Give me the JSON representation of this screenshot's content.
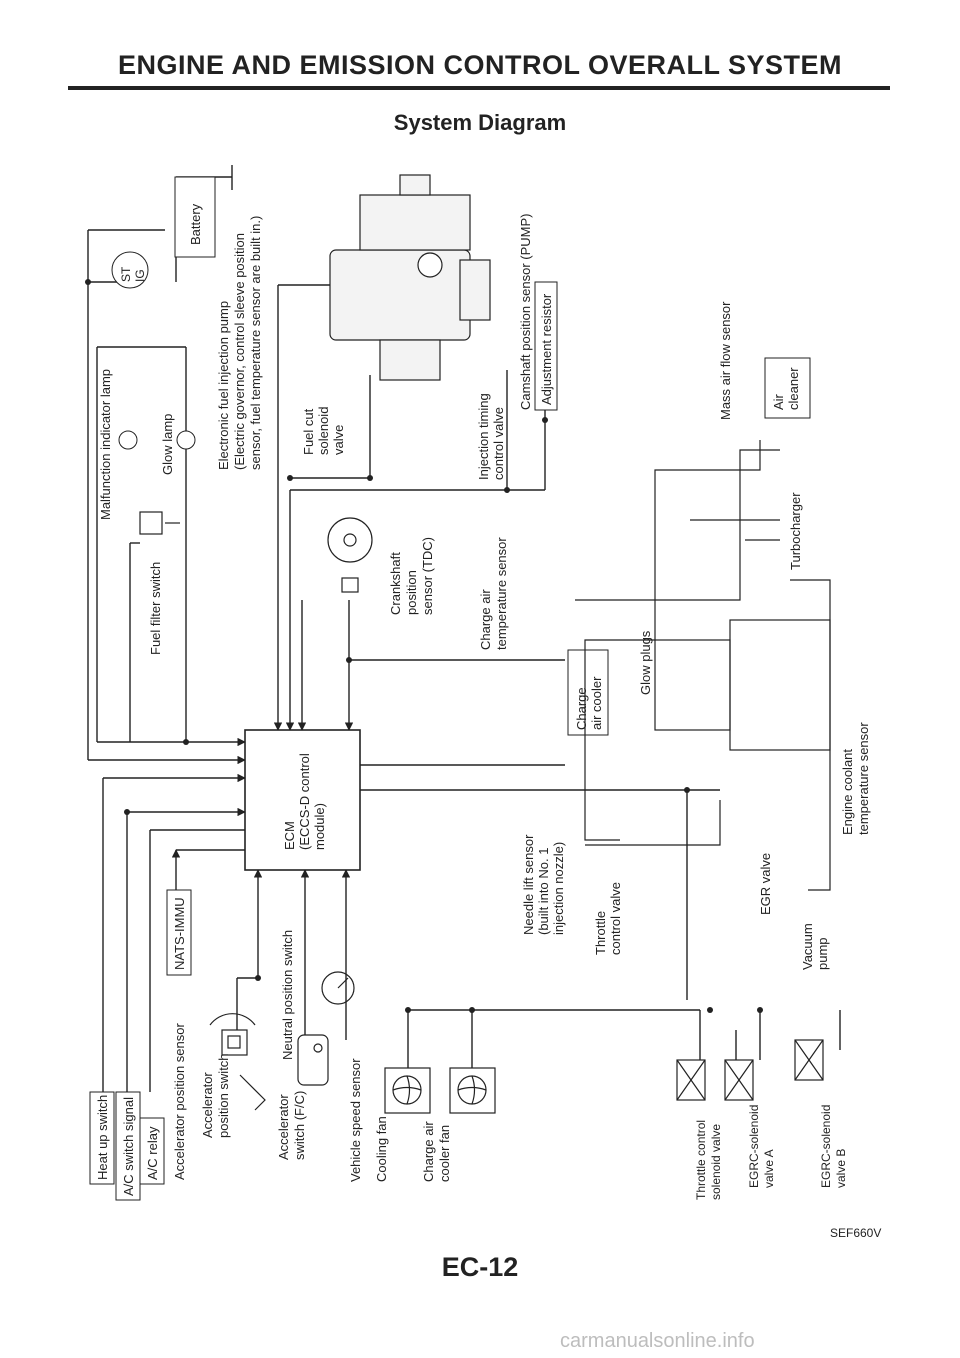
{
  "header": {
    "title": "ENGINE AND EMISSION CONTROL OVERALL SYSTEM",
    "subtitle": "System Diagram"
  },
  "labels": {
    "heat_up_switch": "Heat up switch",
    "ac_switch_signal": "A/C switch signal",
    "ac_relay": "A/C relay",
    "accel_pos_sensor": "Accelerator position sensor",
    "accel_pos_switch_1": "Accelerator",
    "accel_pos_switch_2": "position switch",
    "accel_switch_1": "Accelerator",
    "accel_switch_2": "switch (F/C)",
    "neutral_pos_switch": "Neutral position switch",
    "nats": "NATS-IMMU",
    "vehicle_speed_sensor": "Vehicle speed sensor",
    "cooling_fan": "Cooling fan",
    "charge_air_cooler_fan_1": "Charge air",
    "charge_air_cooler_fan_2": "cooler fan",
    "ecm_1": "ECM",
    "ecm_2": "(ECCS-D control",
    "ecm_3": "module)",
    "fuel_filter_switch": "Fuel filter switch",
    "malfunction_lamp": "Malfunction indicator lamp",
    "glow_lamp": "Glow lamp",
    "battery": "Battery",
    "ignition_st": "ST",
    "ignition_ig": "IG",
    "pump_1": "Electronic fuel injection pump",
    "pump_2": "(Electric governor, control sleeve position",
    "pump_3": "sensor, fuel temperature sensor are built in.)",
    "fuel_cut_1": "Fuel cut",
    "fuel_cut_2": "solenoid",
    "fuel_cut_3": "valve",
    "injection_timing_1": "Injection timing",
    "injection_timing_2": "control valve",
    "camshaft_sensor": "Camshaft position sensor (PUMP)",
    "adjustment_resistor": "Adjustment resistor",
    "crankshaft_1": "Crankshaft",
    "crankshaft_2": "position",
    "crankshaft_3": "sensor (TDC)",
    "charge_air_temp_1": "Charge air",
    "charge_air_temp_2": "temperature sensor",
    "charge_air_cooler_1": "Charge",
    "charge_air_cooler_2": "air cooler",
    "glow_plugs": "Glow plugs",
    "mass_air_flow": "Mass air flow sensor",
    "air_cleaner_1": "Air",
    "air_cleaner_2": "cleaner",
    "turbocharger": "Turbocharger",
    "needle_lift_1": "Needle lift sensor",
    "needle_lift_2": "(built into No. 1",
    "needle_lift_3": "injection nozzle)",
    "throttle_valve_1": "Throttle",
    "throttle_valve_2": "control valve",
    "egr_valve": "EGR valve",
    "engine_coolant_1": "Engine coolant",
    "engine_coolant_2": "temperature sensor",
    "vacuum_pump_1": "Vacuum",
    "vacuum_pump_2": "pump",
    "throttle_solenoid_1": "Throttle control",
    "throttle_solenoid_2": "solenoid valve",
    "egrc_a_1": "EGRC-solenoid",
    "egrc_a_2": "valve A",
    "egrc_b_1": "EGRC-solenoid",
    "egrc_b_2": "valve B"
  },
  "footer": {
    "reference": "SEF660V",
    "page_number": "EC-12",
    "watermark": "carmanualsonline.info"
  }
}
